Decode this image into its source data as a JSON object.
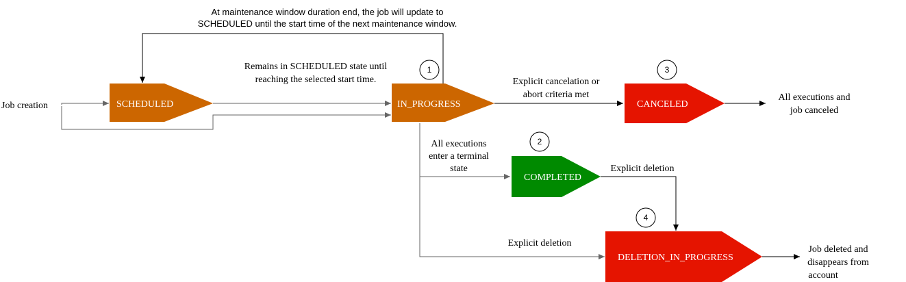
{
  "colors": {
    "scheduled": "#cc6600",
    "in_progress": "#cc6600",
    "canceled": "#e51400",
    "completed": "#008a00",
    "deletion_in_progress": "#e51400"
  },
  "states": {
    "scheduled": "SCHEDULED",
    "in_progress": "IN_PROGRESS",
    "canceled": "CANCELED",
    "completed": "COMPLETED",
    "deletion_in_progress": "DELETION_IN_PROGRESS"
  },
  "markers": {
    "in_progress": "1",
    "completed": "2",
    "canceled": "3",
    "deletion_in_progress": "4"
  },
  "labels": {
    "job_creation": "Job creation",
    "maintenance_line1": "At maintenance window duration end, the job will update to",
    "maintenance_line2": "SCHEDULED until the start time of the next maintenance window.",
    "remains_line1": "Remains in SCHEDULED state until",
    "remains_line2": "reaching the selected start time.",
    "cancel_line1": "Explicit cancelation or",
    "cancel_line2": "abort criteria met",
    "all_exec_canceled_line1": "All executions and",
    "all_exec_canceled_line2": "job canceled",
    "terminal_line1": "All executions",
    "terminal_line2": "enter a terminal",
    "terminal_line3": "state",
    "explicit_deletion_completed": "Explicit deletion",
    "explicit_deletion_inprogress": "Explicit deletion",
    "deleted_line1": "Job deleted and",
    "deleted_line2": "disappears from",
    "deleted_line3": "account"
  }
}
